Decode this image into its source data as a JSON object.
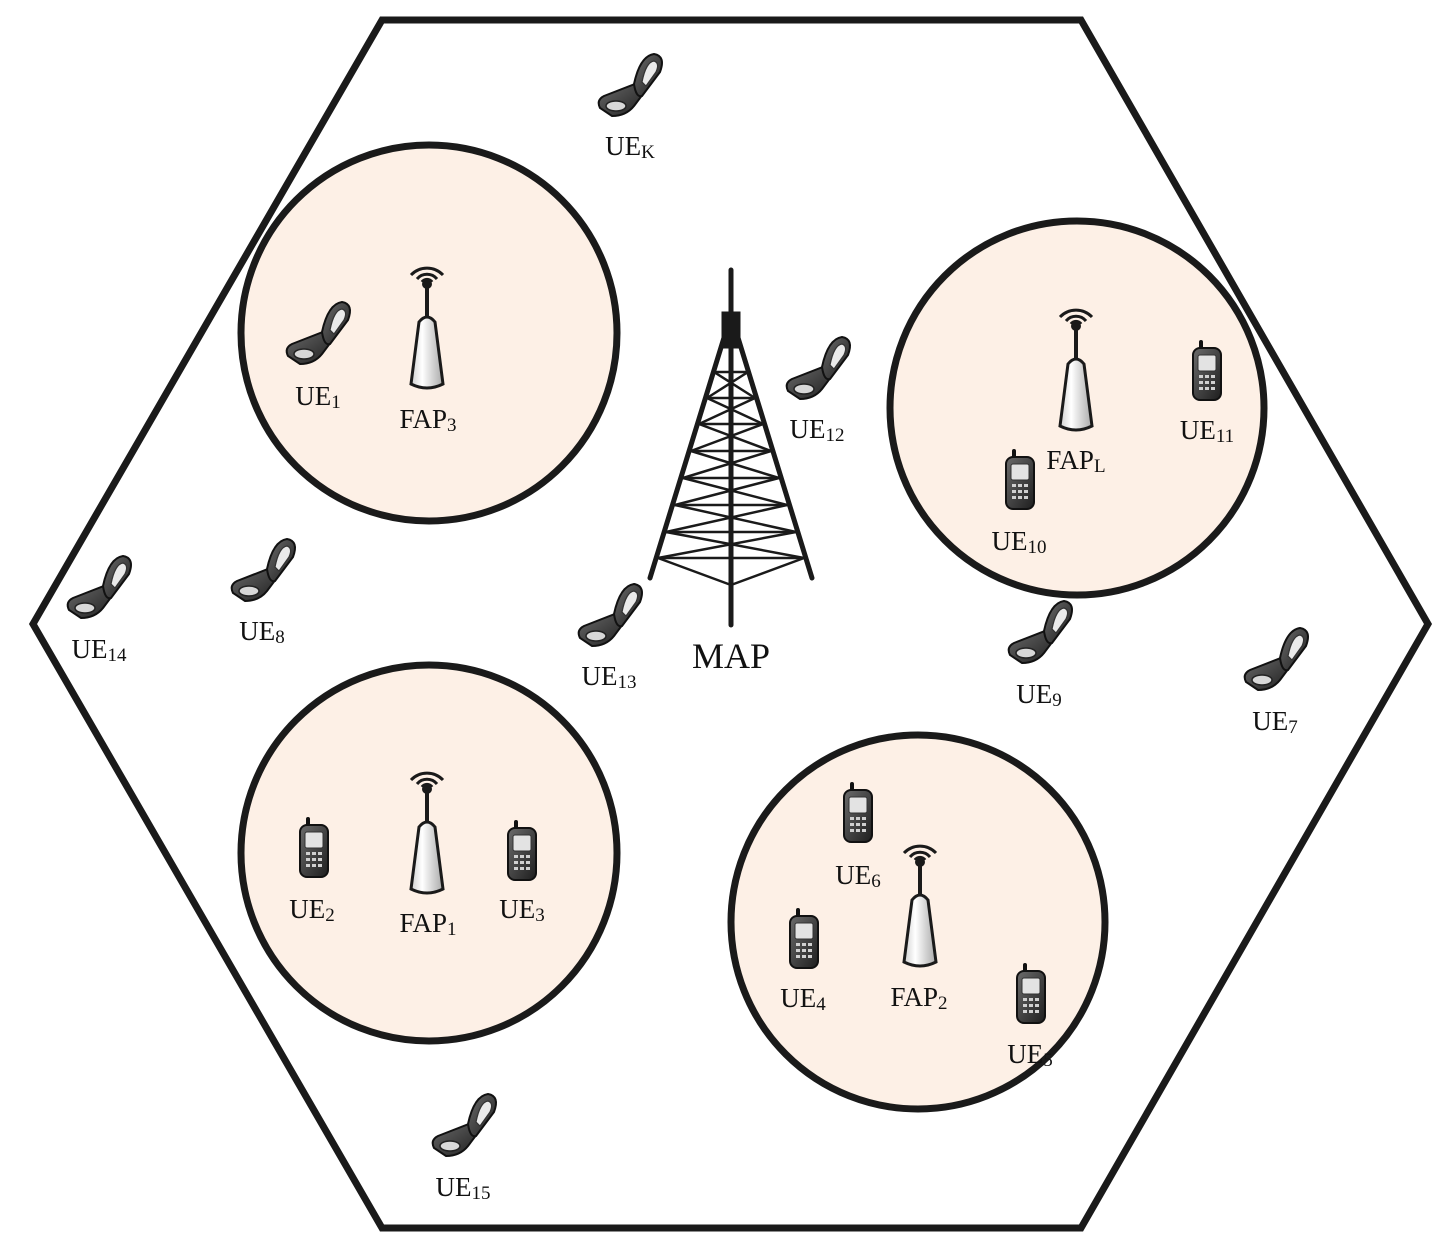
{
  "colors": {
    "outline": "#1a1a1a",
    "femtocell_fill": "#fdf0e6",
    "background": "#ffffff",
    "antenna_light": "#f2f2f2",
    "phone_body": "#3a3a3a",
    "phone_screen": "#e6e6e6"
  },
  "macro": {
    "label_base": "MAP",
    "icon": "cell-tower-icon"
  },
  "femtocells": [
    {
      "id": "fap3",
      "label_base": "FAP",
      "label_sub": "3",
      "icon": "femto-antenna-icon"
    },
    {
      "id": "fapL",
      "label_base": "FAP",
      "label_sub": "L",
      "icon": "femto-antenna-icon"
    },
    {
      "id": "fap1",
      "label_base": "FAP",
      "label_sub": "1",
      "icon": "femto-antenna-icon"
    },
    {
      "id": "fap2",
      "label_base": "FAP",
      "label_sub": "2",
      "icon": "femto-antenna-icon"
    }
  ],
  "users": [
    {
      "id": "ueK",
      "label_base": "UE",
      "label_sub": "K",
      "icon": "flip-phone-icon"
    },
    {
      "id": "ue1",
      "label_base": "UE",
      "label_sub": "1",
      "icon": "flip-phone-icon"
    },
    {
      "id": "ue12",
      "label_base": "UE",
      "label_sub": "12",
      "icon": "flip-phone-icon"
    },
    {
      "id": "ue11",
      "label_base": "UE",
      "label_sub": "11",
      "icon": "candybar-phone-icon"
    },
    {
      "id": "ue10",
      "label_base": "UE",
      "label_sub": "10",
      "icon": "candybar-phone-icon"
    },
    {
      "id": "ue14",
      "label_base": "UE",
      "label_sub": "14",
      "icon": "flip-phone-icon"
    },
    {
      "id": "ue8",
      "label_base": "UE",
      "label_sub": "8",
      "icon": "flip-phone-icon"
    },
    {
      "id": "ue13",
      "label_base": "UE",
      "label_sub": "13",
      "icon": "flip-phone-icon"
    },
    {
      "id": "ue9",
      "label_base": "UE",
      "label_sub": "9",
      "icon": "flip-phone-icon"
    },
    {
      "id": "ue7",
      "label_base": "UE",
      "label_sub": "7",
      "icon": "flip-phone-icon"
    },
    {
      "id": "ue2",
      "label_base": "UE",
      "label_sub": "2",
      "icon": "candybar-phone-icon"
    },
    {
      "id": "ue3",
      "label_base": "UE",
      "label_sub": "3",
      "icon": "candybar-phone-icon"
    },
    {
      "id": "ue6",
      "label_base": "UE",
      "label_sub": "6",
      "icon": "candybar-phone-icon"
    },
    {
      "id": "ue4",
      "label_base": "UE",
      "label_sub": "4",
      "icon": "candybar-phone-icon"
    },
    {
      "id": "ue5",
      "label_base": "UE",
      "label_sub": "5",
      "icon": "candybar-phone-icon"
    },
    {
      "id": "ue15",
      "label_base": "UE",
      "label_sub": "15",
      "icon": "flip-phone-icon"
    }
  ]
}
